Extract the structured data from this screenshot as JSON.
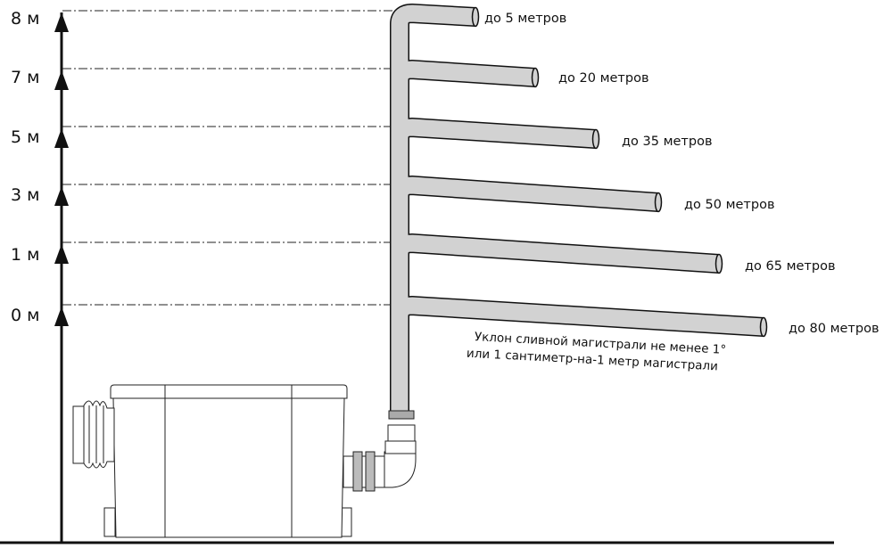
{
  "levels": [
    {
      "label": "8 м",
      "distance": "до 5 метров"
    },
    {
      "label": "7 м",
      "distance": "до 20 метров"
    },
    {
      "label": "5 м",
      "distance": "до 35 метров"
    },
    {
      "label": "3 м",
      "distance": "до 50 метров"
    },
    {
      "label": "1 м",
      "distance": "до 65 метров"
    },
    {
      "label": "0 м",
      "distance": "до 80 метров"
    }
  ],
  "note": {
    "line1": "Уклон сливной магистрали не менее 1°",
    "line2": "или 1 сантиметр-на-1 метр магистрали"
  },
  "colors": {
    "pipe": "#d2d2d2",
    "line": "#111111"
  }
}
